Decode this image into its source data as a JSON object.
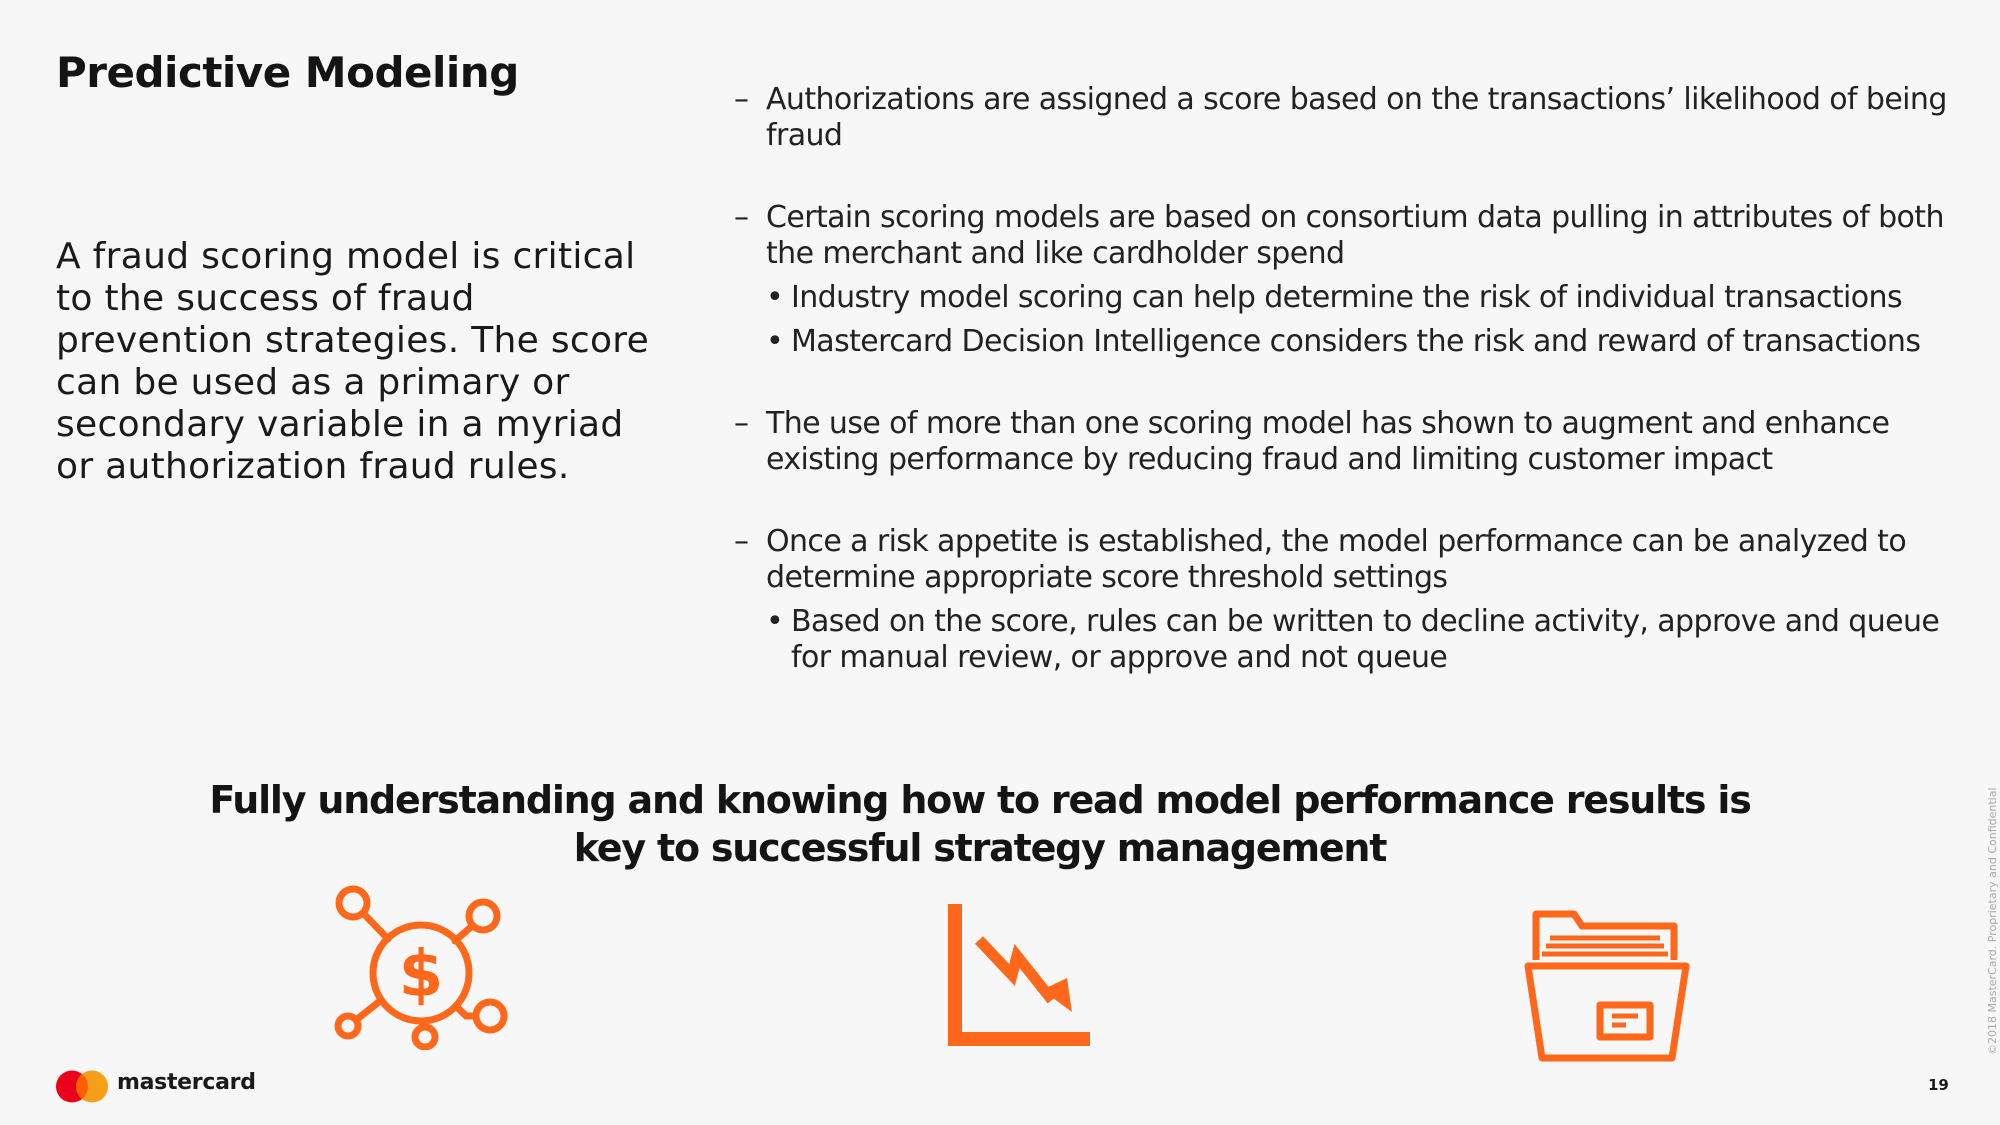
{
  "slide": {
    "title": "Predictive Modeling",
    "lead": "A fraud scoring model is critical to the success of fraud prevention strategies.  The score can be used as a primary or secondary variable in a myriad or authorization fraud rules.",
    "dash": "–",
    "dot": "•",
    "bullets": [
      {
        "text": "Authorizations are assigned a score based on the transactions’ likelihood of being fraud",
        "subs": []
      },
      {
        "text": "Certain scoring models are based on consortium data pulling in attributes of both the merchant and like cardholder spend",
        "subs": [
          "Industry model scoring can help determine the risk of individual transactions",
          "Mastercard Decision Intelligence considers the risk and reward of transactions"
        ]
      },
      {
        "text": "The use of more than one scoring model has shown to augment and enhance existing performance by reducing fraud and limiting customer impact",
        "subs": []
      },
      {
        "text": "Once a risk appetite is established, the model performance can be analyzed to determine appropriate score threshold settings",
        "subs": [
          "Based on the score, rules can be written to decline activity, approve and queue for manual review, or approve and not queue"
        ]
      }
    ],
    "callout": "Fully understanding and knowing how to read model performance results is key to successful strategy management"
  },
  "icons": {
    "accent_color": "#ff671b",
    "items": [
      "dollar-network-icon",
      "declining-chart-icon",
      "open-folder-icon"
    ]
  },
  "footer": {
    "brand": "mastercard",
    "page_number": "19",
    "copyright": "©2018 MasterCard. Proprietary and Confidential",
    "logo_colors": {
      "red": "#eb001b",
      "orange": "#f79e1b",
      "overlap": "#ff5f00"
    }
  }
}
